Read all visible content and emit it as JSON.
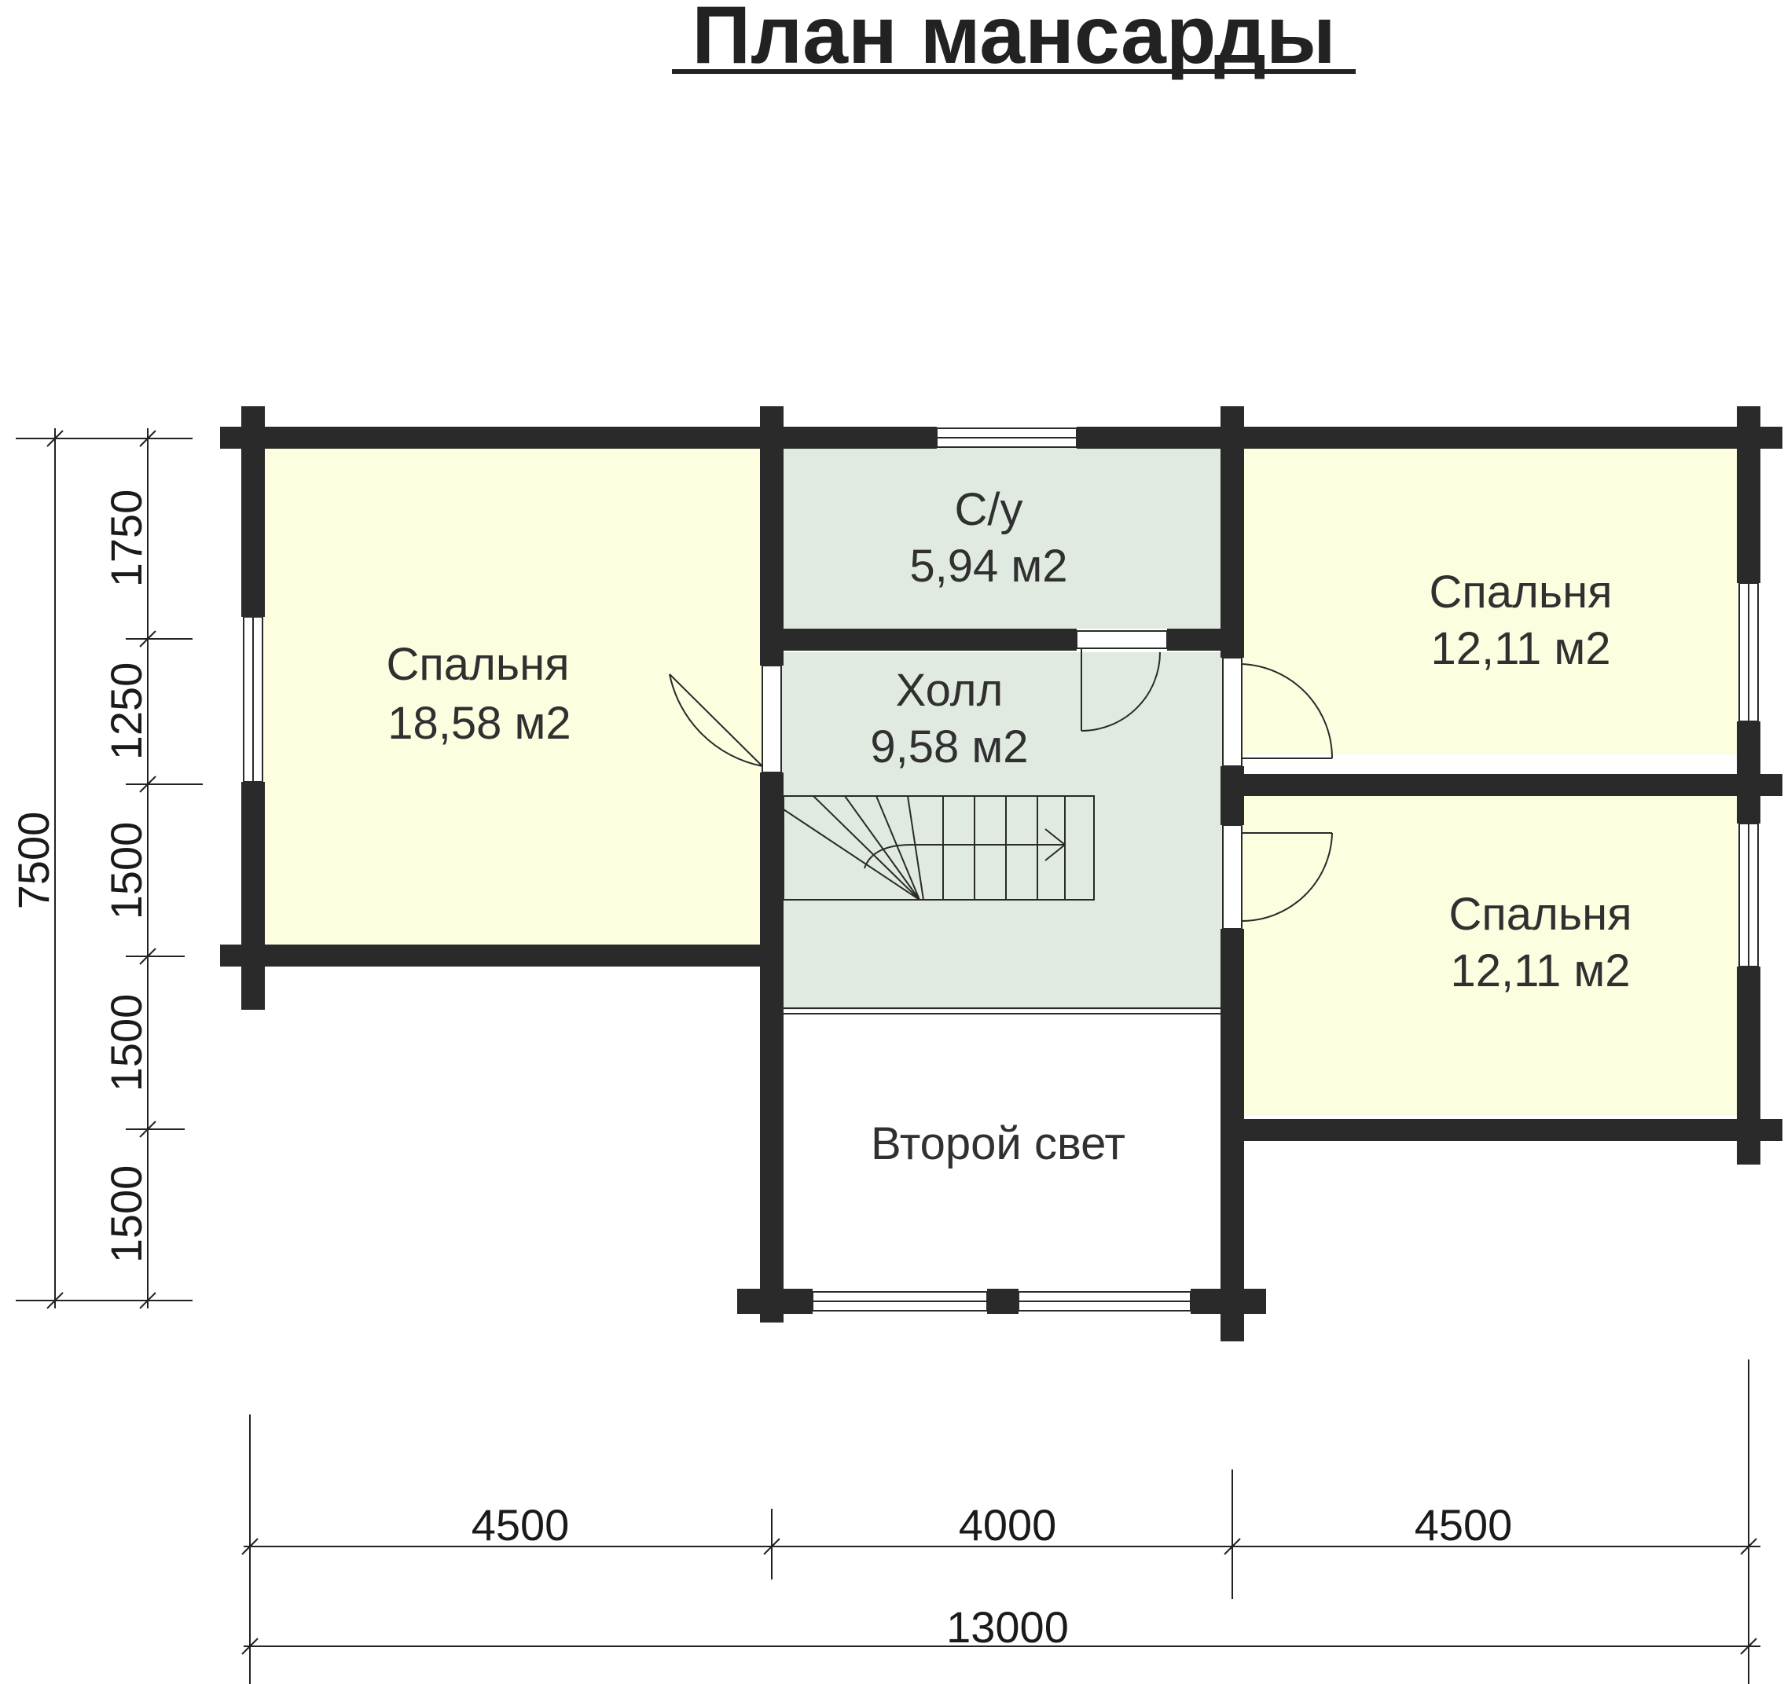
{
  "title": "План мансарды",
  "colors": {
    "wall": "#2a2a2a",
    "bedroom": "#fdfde0",
    "wet": "#e0eae0",
    "background": "#ffffff"
  },
  "rooms": {
    "bedroom_left": {
      "name": "Спальня",
      "area": "18,58 м2"
    },
    "bathroom": {
      "name": "С/у",
      "area": "5,94 м2"
    },
    "hall": {
      "name": "Холл",
      "area": "9,58 м2"
    },
    "bedroom_right_top": {
      "name": "Спальня",
      "area": "12,11 м2"
    },
    "bedroom_right_bottom": {
      "name": "Спальня",
      "area": "12,11 м2"
    },
    "second_light": {
      "name": "Второй свет"
    }
  },
  "dimensions": {
    "horizontal": [
      "4500",
      "4000",
      "4500"
    ],
    "total_width": "13000",
    "vertical": [
      "1750",
      "1250",
      "1500",
      "1500",
      "1500"
    ],
    "total_height": "7500"
  }
}
